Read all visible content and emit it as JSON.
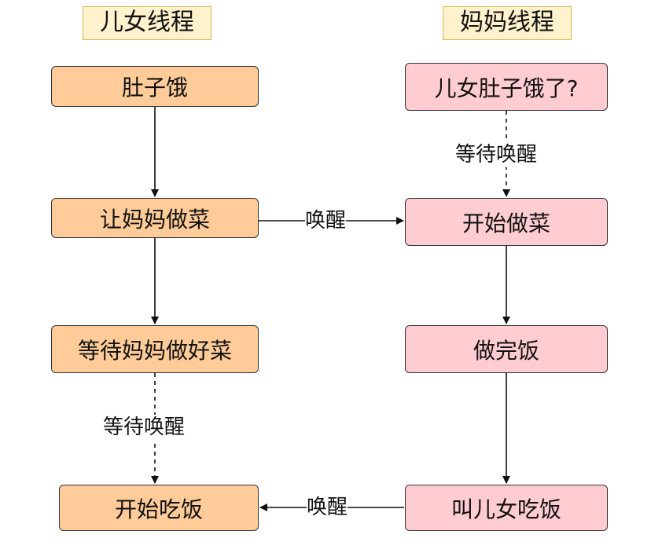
{
  "lanes": {
    "child": {
      "title": "儿女线程"
    },
    "mom": {
      "title": "妈妈线程"
    }
  },
  "child_nodes": [
    {
      "label": "肚子饿"
    },
    {
      "label": "让妈妈做菜"
    },
    {
      "label": "等待妈妈做好菜"
    },
    {
      "label": "开始吃饭"
    }
  ],
  "mom_nodes": [
    {
      "label": "儿女肚子饿了?"
    },
    {
      "label": "开始做菜"
    },
    {
      "label": "做完饭"
    },
    {
      "label": "叫儿女吃饭"
    }
  ],
  "edge_labels": {
    "mom_wait": "等待唤醒",
    "child_wait": "等待唤醒",
    "wake_mom": "唤醒",
    "wake_child": "唤醒"
  },
  "colors": {
    "child_fill": "#ffcc99",
    "mom_fill": "#ffccd2",
    "title_fill": "#fff2cc",
    "title_border": "#d6b656"
  }
}
